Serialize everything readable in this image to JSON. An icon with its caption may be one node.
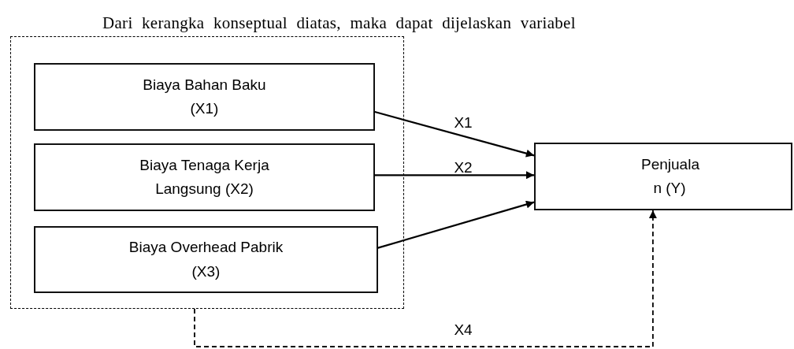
{
  "diagram": {
    "nodes": [
      {
        "text": [],
        "shape": "box"
      },
      {
        "text": [
          "Biaya Bahan Baku (X1)"
        ],
        "in": 0
      },
      {
        "text": [
          "Biaya Tenaga Kerja Langsung (X2)"
        ],
        "in": 0
      },
      {
        "text": [
          "Biaya Overhead Pabrik (X3)"
        ],
        "in": 0
      },
      {
        "text": [
          "Penjuala n (Y)"
        ]
      }
    ],
    "edges": [
      {
        "from": 1,
        "to": 4,
        "arrow": "to",
        "label": "X1"
      },
      {
        "from": 2,
        "to": 4,
        "arrow": "to",
        "label": "X2"
      },
      {
        "from": 3,
        "to": 4,
        "arrow": "to"
      },
      {
        "from": 0,
        "to": 4,
        "arrow": "to",
        "label": "X4",
        "style": "dashed"
      }
    ],
    "labels": [
      "Dari kerangka konseptual diatas, maka dapat dijelaskan variabel"
    ]
  }
}
